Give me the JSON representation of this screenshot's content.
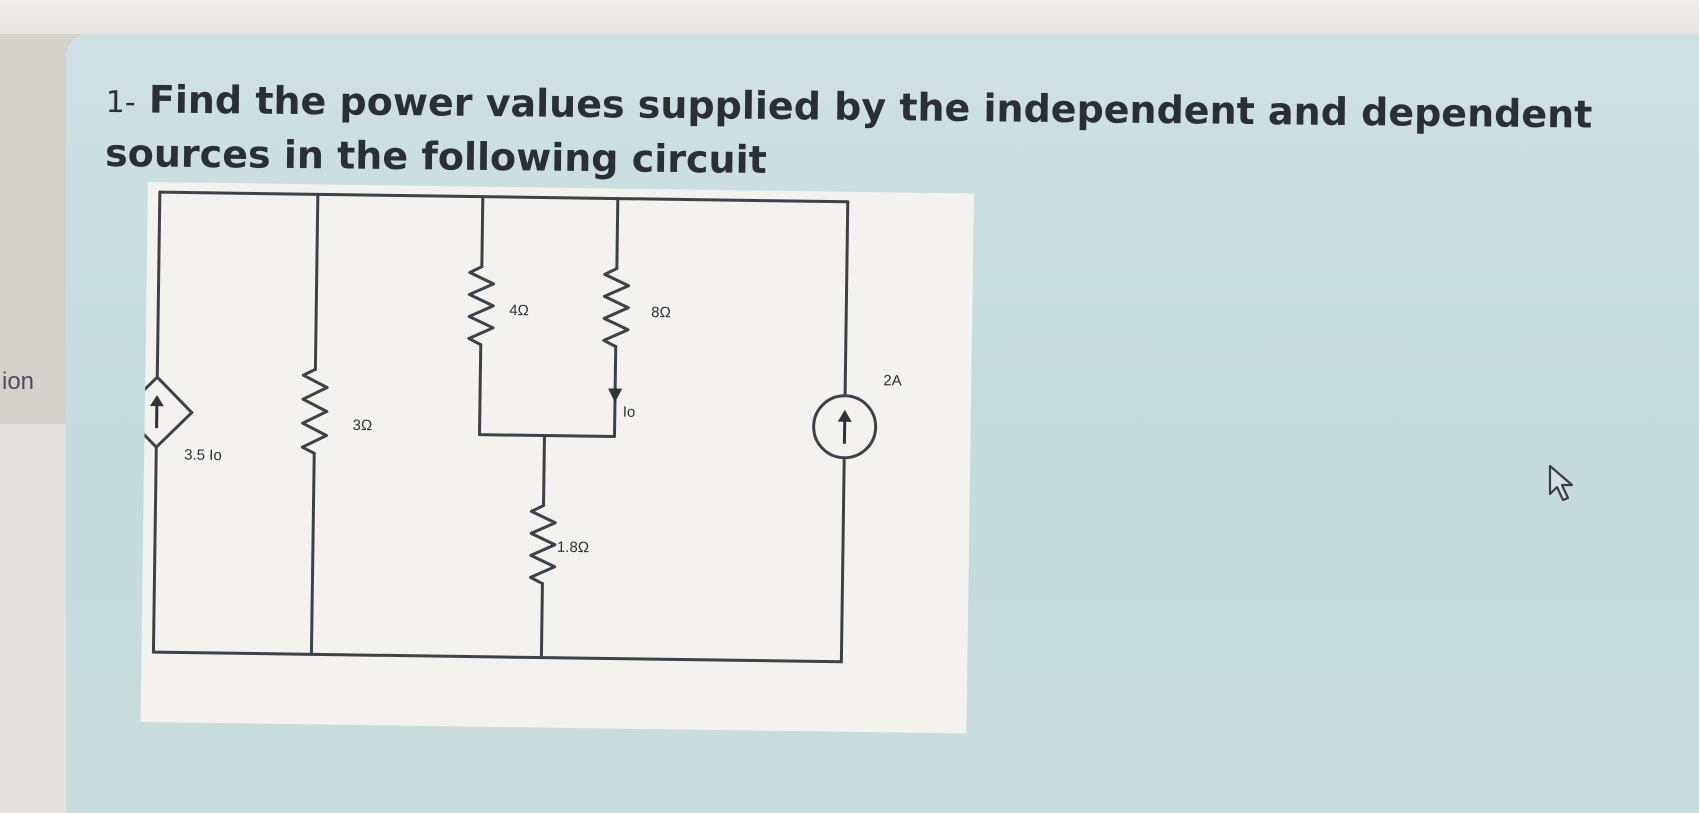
{
  "side_label": "ion",
  "question": {
    "number": "1-",
    "text": "Find the power values supplied by the independent and dependent sources in the following circuit"
  },
  "circuit": {
    "dependent_source_label": "3.5 Io",
    "r_3_label": "3Ω",
    "r_4_label": "4Ω",
    "r_8_label": "8Ω",
    "current_label": "Io",
    "current_source_label": "2A",
    "r_18_label": "1.8Ω"
  },
  "icons": {
    "dependent_source": "diamond-current-source-icon",
    "current_source": "circle-current-source-icon",
    "resistor": "zigzag-resistor-icon",
    "cursor": "mouse-pointer-icon"
  }
}
